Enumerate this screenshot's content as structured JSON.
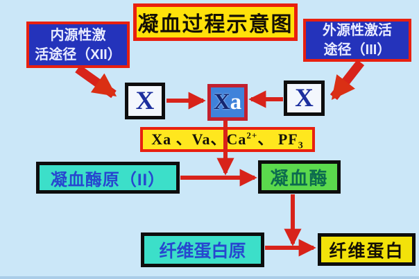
{
  "diagram": {
    "title": "凝血过程示意图",
    "nodes": {
      "intrinsic_pathway": {
        "line1": "内源性激",
        "line2": "活途径（XII）"
      },
      "extrinsic_pathway": {
        "line1": "外源性激活",
        "line2": "途径（III）"
      },
      "factor_x_left": {
        "label": "X"
      },
      "factor_xa": {
        "x_part": "X",
        "a_part": "a"
      },
      "factor_x_right": {
        "label": "X"
      },
      "cofactors": {
        "part1": "Xa 、Va、Ca",
        "superscript": "2+",
        "part2": "、 PF",
        "subscript": "3"
      },
      "prothrombin": {
        "label": "凝血酶原（II）"
      },
      "thrombin": {
        "label": "凝血酶"
      },
      "fibrinogen": {
        "label": "纤维蛋白原"
      },
      "fibrin": {
        "label": "纤维蛋白"
      }
    },
    "edges": [
      {
        "from": "intrinsic_pathway",
        "to": "factor_x_left"
      },
      {
        "from": "extrinsic_pathway",
        "to": "factor_x_right"
      },
      {
        "from": "factor_x_left",
        "to": "factor_xa"
      },
      {
        "from": "factor_x_right",
        "to": "factor_xa"
      },
      {
        "from": "factor_xa",
        "to": "prothrombin-thrombin-conversion"
      },
      {
        "from": "prothrombin",
        "to": "thrombin"
      },
      {
        "from": "thrombin",
        "to": "fibrinogen-fibrin-conversion"
      },
      {
        "from": "fibrinogen",
        "to": "fibrin"
      }
    ],
    "colors": {
      "background": "#cbe7f8",
      "arrow_red": "#d8231a",
      "border_red": "#e8200f",
      "border_black": "#0d0d0d",
      "box_blue": "#2433bb",
      "box_yellow": "#ffe10a",
      "box_turquoise": "#3cdfc9",
      "box_green": "#5bd94d",
      "xa_fill_blue": "#3f82da",
      "text_navy": "#1c2f9e",
      "text_blue": "#2747cf",
      "text_teal": "#0c6b4e"
    }
  }
}
